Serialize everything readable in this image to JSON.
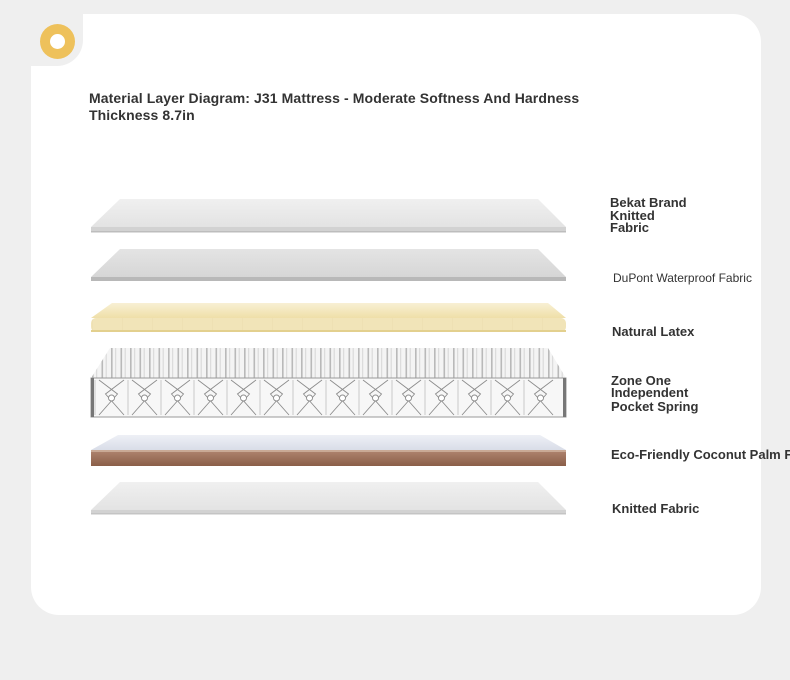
{
  "title": {
    "line1": "Material Layer Diagram: J31 Mattress - Moderate Softness And Hardness",
    "line2": "Thickness 8.7in"
  },
  "layers": [
    {
      "name": "Bekat Brand Knitted Fabric",
      "lines": [
        "Bekat Brand",
        "Knitted",
        "Fabric"
      ]
    },
    {
      "name": "DuPont Waterproof Fabric"
    },
    {
      "name": "Natural Latex"
    },
    {
      "name": "Zone One Independent Pocket Spring",
      "lines": [
        "Zone One",
        "Independent",
        "Pocket Spring"
      ]
    },
    {
      "name": "Eco-Friendly Coconut Palm F"
    },
    {
      "name": "Knitted Fabric"
    }
  ],
  "colors": {
    "badge": "#eec15b",
    "latex": "#f3e6bc",
    "coconut": "#9a6f55",
    "fabric": "#e8e8e8"
  }
}
